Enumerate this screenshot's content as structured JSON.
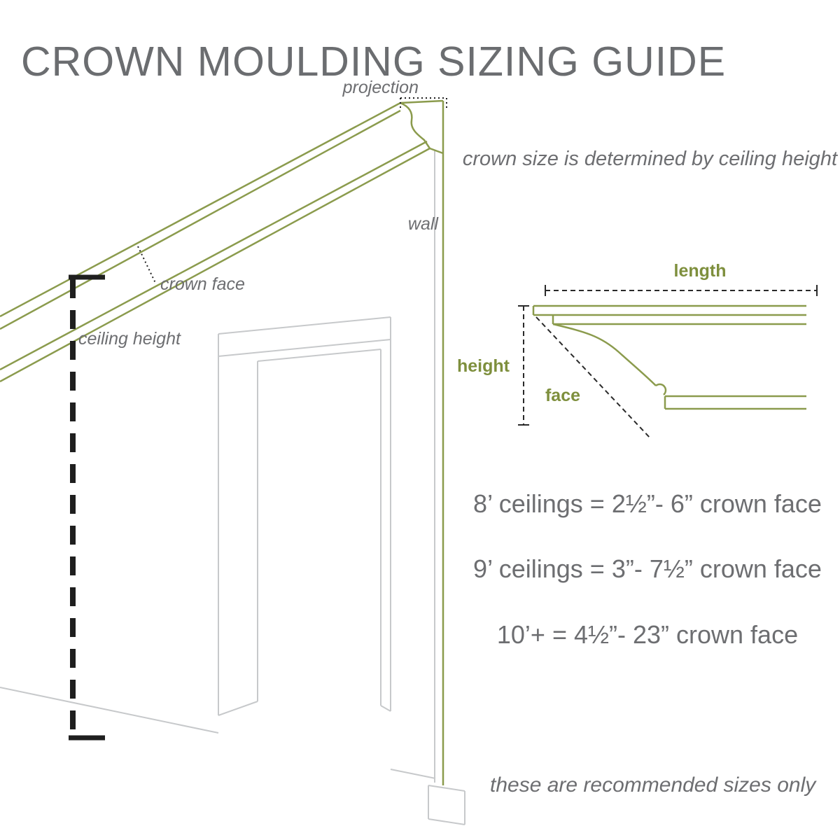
{
  "title": "CROWN MOULDING SIZING GUIDE",
  "subtitle": "crown size is determined by ceiling height",
  "diagram_labels": {
    "projection": "projection",
    "wall": "wall",
    "crown_face": "crown face",
    "ceiling_height": "ceiling height"
  },
  "cross_section_labels": {
    "length": "length",
    "height": "height",
    "face": "face"
  },
  "sizing_rules": [
    "8’ ceilings = 2½”- 6” crown face",
    "9’ ceilings = 3”- 7½” crown face",
    "10’+ = 4½”- 23” crown face"
  ],
  "footnote": "these are recommended sizes only",
  "colors": {
    "green": "#8b9b4d",
    "text_gray": "#6d6e71",
    "line_gray": "#c7c9cb",
    "black": "#1f1f1f"
  }
}
